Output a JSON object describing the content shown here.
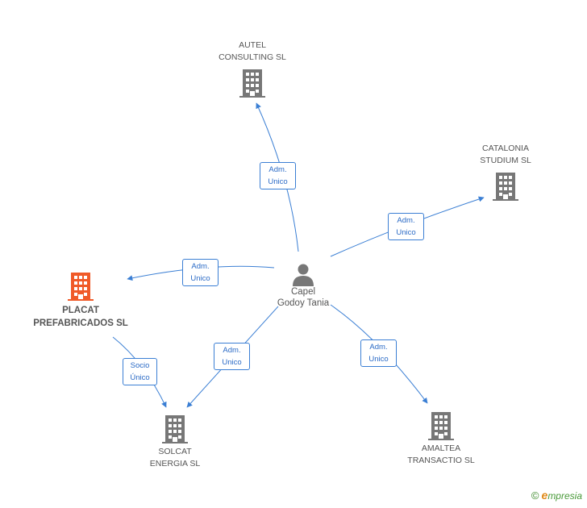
{
  "person": {
    "line1": "Capel",
    "line2": "Godoy Tania"
  },
  "companies": {
    "autel": {
      "line1": "AUTEL",
      "line2": "CONSULTING SL"
    },
    "catalonia": {
      "line1": "CATALONIA",
      "line2": "STUDIUM SL"
    },
    "placat": {
      "line1": "PLACAT",
      "line2": "PREFABRICADOS SL"
    },
    "solcat": {
      "line1": "SOLCAT",
      "line2": "ENERGIA SL"
    },
    "amaltea": {
      "line1": "AMALTEA",
      "line2": "TRANSACTIO SL"
    }
  },
  "relations": {
    "autel": {
      "line1": "Adm.",
      "line2": "Unico"
    },
    "catalonia": {
      "line1": "Adm.",
      "line2": "Unico"
    },
    "placat": {
      "line1": "Adm.",
      "line2": "Unico"
    },
    "solcat": {
      "line1": "Adm.",
      "line2": "Unico"
    },
    "amaltea": {
      "line1": "Adm.",
      "line2": "Unico"
    },
    "placat_solcat": {
      "line1": "Socio",
      "line2": "Único"
    }
  },
  "footer": {
    "copyright": "©",
    "brand_initial": "e",
    "brand_rest": "mpresia"
  },
  "colors": {
    "edge": "#3b7fd4",
    "building": "#777777",
    "main_building": "#f05a28",
    "person": "#777777"
  }
}
